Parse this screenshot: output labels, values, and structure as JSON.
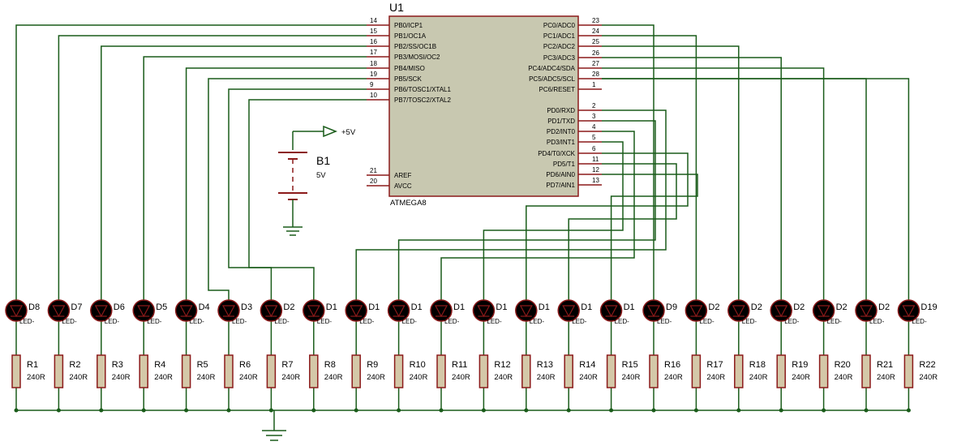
{
  "ic": {
    "ref": "U1",
    "part": "ATMEGA8",
    "left_pins": [
      {
        "num": "14",
        "name": "PB0/ICP1"
      },
      {
        "num": "15",
        "name": "PB1/OC1A"
      },
      {
        "num": "16",
        "name": "PB2/SS/OC1B"
      },
      {
        "num": "17",
        "name": "PB3/MOSI/OC2"
      },
      {
        "num": "18",
        "name": "PB4/MISO"
      },
      {
        "num": "19",
        "name": "PB5/SCK"
      },
      {
        "num": "9",
        "name": "PB6/TOSC1/XTAL1"
      },
      {
        "num": "10",
        "name": "PB7/TOSC2/XTAL2"
      }
    ],
    "left_power_pins": [
      {
        "num": "21",
        "name": "AREF"
      },
      {
        "num": "20",
        "name": "AVCC"
      }
    ],
    "right_pins": [
      {
        "num": "23",
        "name": "PC0/ADC0"
      },
      {
        "num": "24",
        "name": "PC1/ADC1"
      },
      {
        "num": "25",
        "name": "PC2/ADC2"
      },
      {
        "num": "26",
        "name": "PC3/ADC3"
      },
      {
        "num": "27",
        "name": "PC4/ADC4/SDA"
      },
      {
        "num": "28",
        "name": "PC5/ADC5/SCL"
      },
      {
        "num": "1",
        "name": "PC6/RESET"
      },
      {
        "num": "2",
        "name": "PD0/RXD"
      },
      {
        "num": "3",
        "name": "PD1/TXD"
      },
      {
        "num": "4",
        "name": "PD2/INT0"
      },
      {
        "num": "5",
        "name": "PD3/INT1"
      },
      {
        "num": "6",
        "name": "PD4/T0/XCK"
      },
      {
        "num": "11",
        "name": "PD5/T1"
      },
      {
        "num": "12",
        "name": "PD6/AIN0"
      },
      {
        "num": "13",
        "name": "PD7/AIN1"
      }
    ]
  },
  "battery": {
    "ref": "B1",
    "value": "5V",
    "supply": "+5V"
  },
  "leds": {
    "refs": [
      "D8",
      "D7",
      "D6",
      "D5",
      "D4",
      "D3",
      "D2",
      "D1",
      "D1",
      "D1",
      "D1",
      "D1",
      "D1",
      "D1",
      "D1",
      "D9",
      "D2",
      "D2",
      "D2",
      "D2",
      "D2",
      "D19"
    ],
    "model": "LED-"
  },
  "resistors": {
    "refs": [
      "R1",
      "R2",
      "R3",
      "R4",
      "R5",
      "R6",
      "R7",
      "R8",
      "R9",
      "R10",
      "R11",
      "R12",
      "R13",
      "R14",
      "R15",
      "R16",
      "R17",
      "R18",
      "R19",
      "R20",
      "R21",
      "R22"
    ],
    "value": "240R"
  },
  "colors": {
    "wire": "#1a5c1a",
    "pin": "#8b1a1a",
    "ic_fill": "#c8c8b0",
    "body_fill": "#d4c8a8",
    "led_fill": "#000000"
  }
}
